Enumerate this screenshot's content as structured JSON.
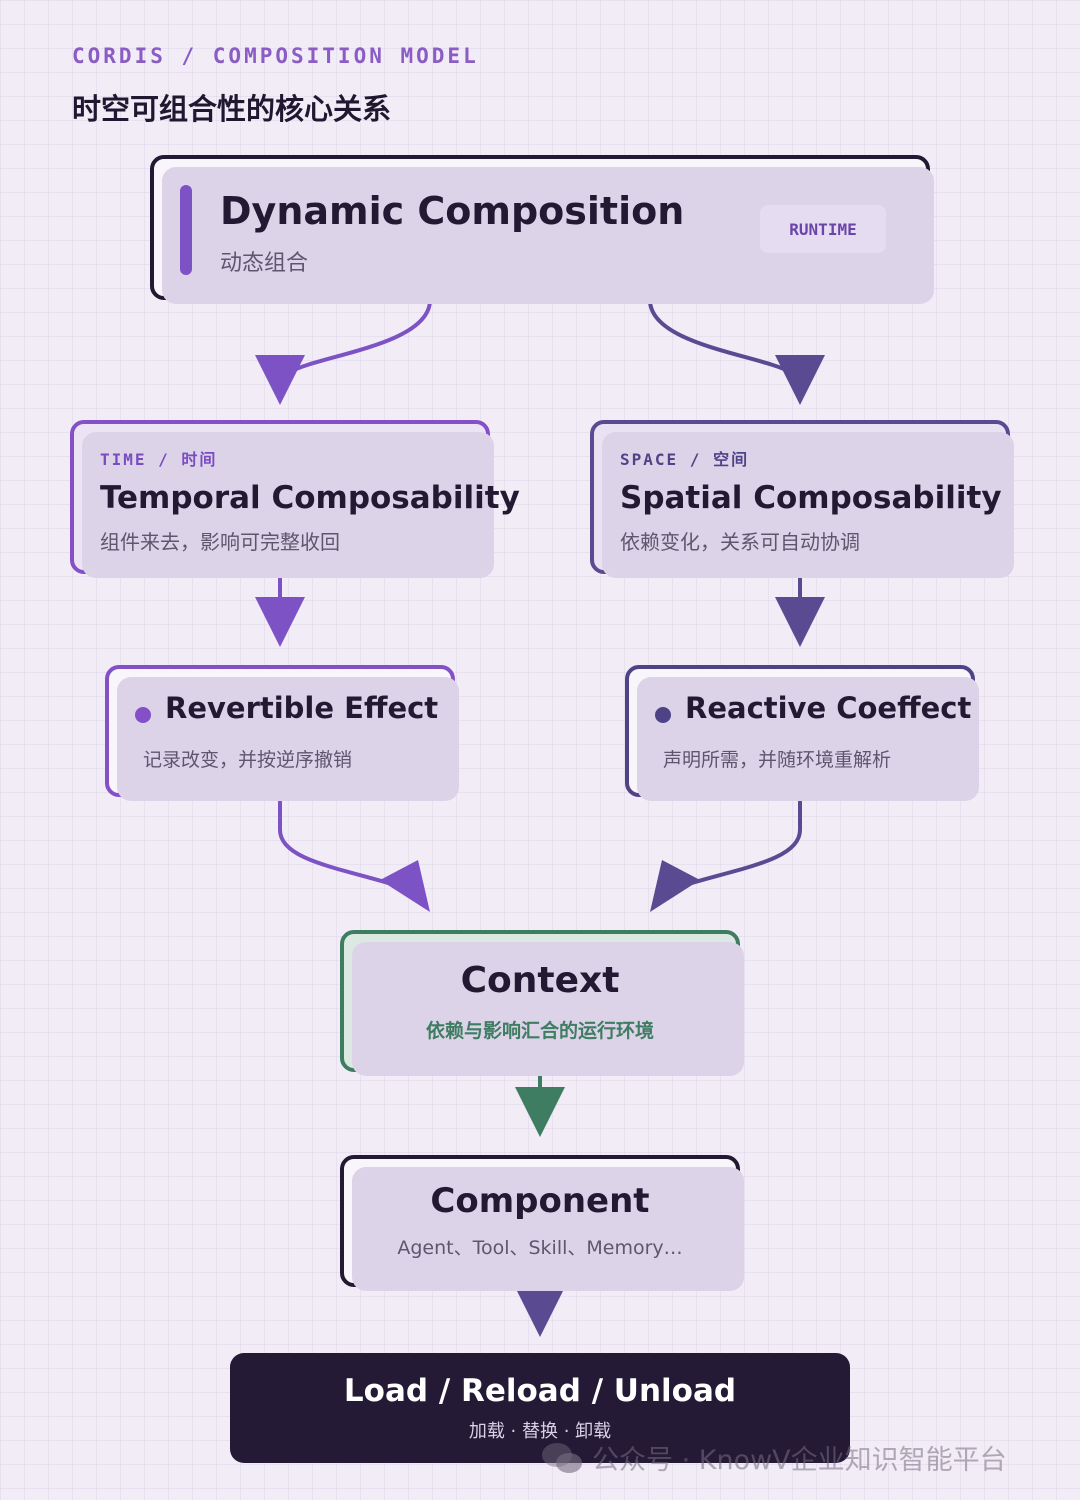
{
  "header": {
    "kicker": "CORDIS / COMPOSITION MODEL",
    "title": "时空可组合性的核心关系"
  },
  "dynamic": {
    "title": "Dynamic Composition",
    "subtitle": "动态组合",
    "badge": "RUNTIME"
  },
  "temporal": {
    "tag": "TIME / 时间",
    "title": "Temporal Composability",
    "subtitle": "组件来去，影响可完整收回"
  },
  "spatial": {
    "tag": "SPACE / 空间",
    "title": "Spatial Composability",
    "subtitle": "依赖变化，关系可自动协调"
  },
  "revertible": {
    "title": "Revertible Effect",
    "subtitle": "记录改变，并按逆序撤销"
  },
  "reactive": {
    "title": "Reactive Coeffect",
    "subtitle": "声明所需，并随环境重解析"
  },
  "context": {
    "title": "Context",
    "subtitle": "依赖与影响汇合的运行环境"
  },
  "component": {
    "title": "Component",
    "subtitle": "Agent、Tool、Skill、Memory…"
  },
  "lifecycle": {
    "title": "Load / Reload / Unload",
    "subtitle": "加载 · 替换 · 卸载"
  },
  "watermark": {
    "text": "公众号 · KnowV企业知识智能平台"
  },
  "colors": {
    "purple": "#8350c8",
    "indigo": "#4f4388",
    "green": "#3e7d62",
    "dark": "#241a36"
  }
}
